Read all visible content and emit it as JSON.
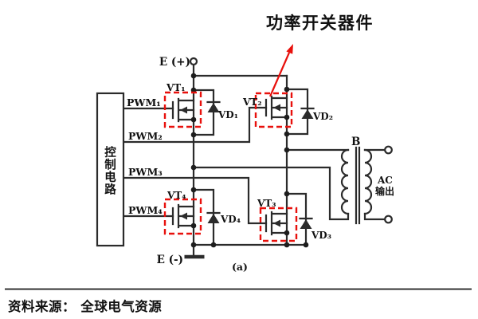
{
  "annotation": {
    "title": "功率开关器件"
  },
  "labels": {
    "e_plus": "E (+)",
    "e_minus": "E (-)",
    "pwm": [
      "PWM₁",
      "PWM₂",
      "PWM₃",
      "PWM₄"
    ],
    "vt": [
      "VT₁",
      "VT₂",
      "VT₃",
      "VT₄"
    ],
    "vd": [
      "VD₁",
      "VD₂",
      "VD₃",
      "VD₄"
    ],
    "transformer": "B",
    "ac_output_lines": [
      "AC",
      "输出"
    ],
    "control_text": "控制电路",
    "control_chars": [
      "控",
      "制",
      "电",
      "路"
    ],
    "subfigure": "(a)"
  },
  "footer": {
    "source": "资料来源： 全球电气资源"
  },
  "colors": {
    "wire": "#2b2b2b",
    "highlight_red": "#e8100c",
    "background": "#ffffff",
    "text": "#111111"
  }
}
